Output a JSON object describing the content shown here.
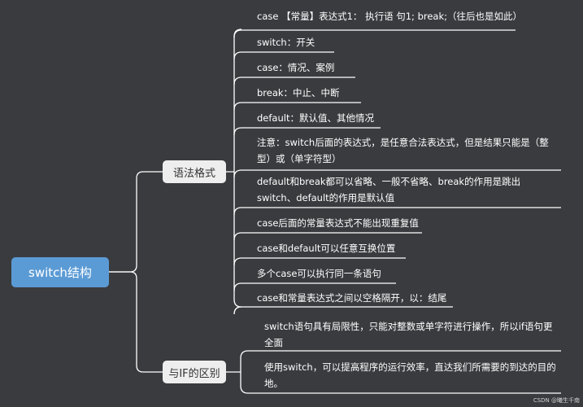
{
  "root": {
    "label": "switch结构"
  },
  "branches": [
    {
      "label": "语法格式",
      "items": [
        "case 【常量】表达式1： 执行语 句1; break;（往后也是如此）",
        "switch：开关",
        "case：情况、案例",
        "break：中止、中断",
        "default：默认值、其他情况",
        "注意：switch后面的表达式，是任意合法表达式，但是结果只能是（整型）或（单字符型）",
        "default和break都可以省略、一般不省略、break的作用是跳出switch、default的作用是默认值",
        "case后面的常量表达式不能出现重复值",
        "case和default可以任意互换位置",
        "多个case可以执行同一条语句",
        "case和常量表达式之间以空格隔开，以：结尾"
      ]
    },
    {
      "label": "与IF的区别",
      "items": [
        "switch语句具有局限性，只能对整数或单字符进行操作，所以if语句更全面",
        "使用switch，可以提高程序的运行效率，直达我们所需要的到达的目的地。"
      ]
    }
  ],
  "credit": "CSDN @曦生千南",
  "colors": {
    "background": "#3a3b3f",
    "root": "#5b9bd5",
    "branch": "#eeeeee",
    "line": "#ffffff"
  }
}
